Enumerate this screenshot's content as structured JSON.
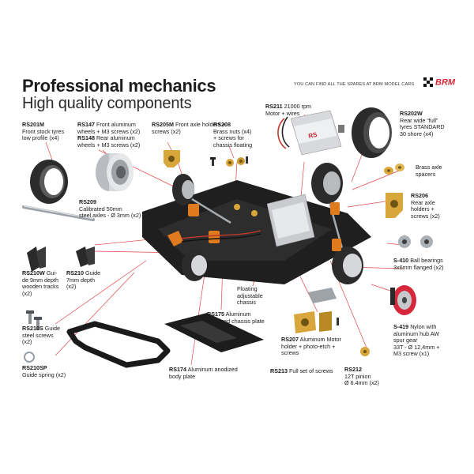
{
  "page": {
    "title_line1": "Professional mechanics",
    "title_line2": "High quality components",
    "tagline": "YOU CAN FIND ALL THE SPARES AT BRM MODEL CARS",
    "logo_text": "BRM"
  },
  "colors": {
    "leader_line": "#e0474c",
    "chassis": "#1f1f1f",
    "gold": "#d8a63a",
    "orange": "#e07a1f",
    "motor_silver": "#c9cbce",
    "tyre": "#2b2b2b",
    "gear_red": "#d6283a"
  },
  "parts": [
    {
      "code": "RS201M",
      "text": "Front stock tyres\nlow profile (x4)"
    },
    {
      "code": "RS147",
      "text": "Front aluminum\nwheels + M3 screws (x2)",
      "code2": "RS148",
      "text2": "Rear aluminum\nwheels + M3 screws (x2)"
    },
    {
      "code": "RS205M",
      "text": "Front axle holders +\nscrews (x2)"
    },
    {
      "code": "RS208",
      "text": "Brass nuts (x4)\n+ screws for\nchassis floating"
    },
    {
      "code": "RS211",
      "text": "21000 rpm\nMotor + wires"
    },
    {
      "code": "RS202W",
      "text": "Rear wide “full”\ntyres STANDARD\n30 shore (x4)"
    },
    {
      "code": "",
      "text": "Brass axle\nspacers"
    },
    {
      "code": "RS206",
      "text": "Rear axle\nholders +\nscrews (x2)"
    },
    {
      "code": "RS209",
      "text": "Calibrated 50mm\nsteel axles - Ø 3mm (x2)"
    },
    {
      "code": "S-410",
      "text": "Ball bearings\n3x6mm flanged (x2)"
    },
    {
      "code": "RS210W",
      "text": "Gui-\nde 9mm depth\nwooden tracks\n(x2)"
    },
    {
      "code": "RS210",
      "text": "Guide\n7mm depth\n(x2)"
    },
    {
      "code": "",
      "text": "Floating\nadjustable\nchassis"
    },
    {
      "code": "RS175",
      "text": "Aluminum\nanodized chassis plate"
    },
    {
      "code": "RS210S",
      "text": "Guide\nsteel screws\n(x2)"
    },
    {
      "code": "S-419",
      "text": "Nylon with\naluminum hub AW\nspur gear\n33T  - Ø 12,4mm +\nM3 screw (x1)"
    },
    {
      "code": "RS207",
      "text": "Aluminum Motor\nholder + photo-etch +\nscrews"
    },
    {
      "code": "RS210SP",
      "text": "Guide spring (x2)"
    },
    {
      "code": "RS174",
      "text": "Aluminum anodized\nbody plate"
    },
    {
      "code": "RS213",
      "text": "Full set of screws"
    },
    {
      "code": "RS212",
      "text": "12T pinion\nØ 6.4mm (x2)"
    }
  ]
}
